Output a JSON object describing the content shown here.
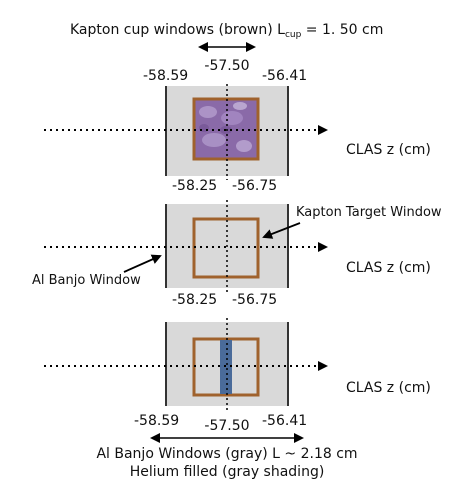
{
  "top_caption": {
    "text": "Kapton cup windows (brown) L",
    "subscript": "cup",
    "value": " = 1. 50 cm"
  },
  "panel1": {
    "center_label": "-57.50",
    "outer_left": "-58.59",
    "outer_right": "-56.41",
    "inner_left": "-58.25",
    "inner_right": "-56.75",
    "axis_label": "CLAS z (cm)"
  },
  "panel2": {
    "kapton_callout": "Kapton Target Window",
    "banjo_callout": "Al Banjo Window",
    "inner_left": "-58.25",
    "inner_right": "-56.75",
    "axis_label": "CLAS z (cm)"
  },
  "panel3": {
    "axis_label": "CLAS z (cm)",
    "outer_left": "-58.59",
    "center_label": "-57.50",
    "outer_right": "-56.41"
  },
  "bottom_caption": {
    "line1": "Al Banjo Windows (gray) L ~ 2.18 cm",
    "line2": "Helium filled (gray shading)"
  },
  "colors": {
    "gray_shading": "#d9d9d9",
    "kapton_brown": "#a0622d",
    "kapton_fill": "#8a6aa8",
    "target_blue": "#4a6b9a",
    "banjo_line": "#333333"
  }
}
